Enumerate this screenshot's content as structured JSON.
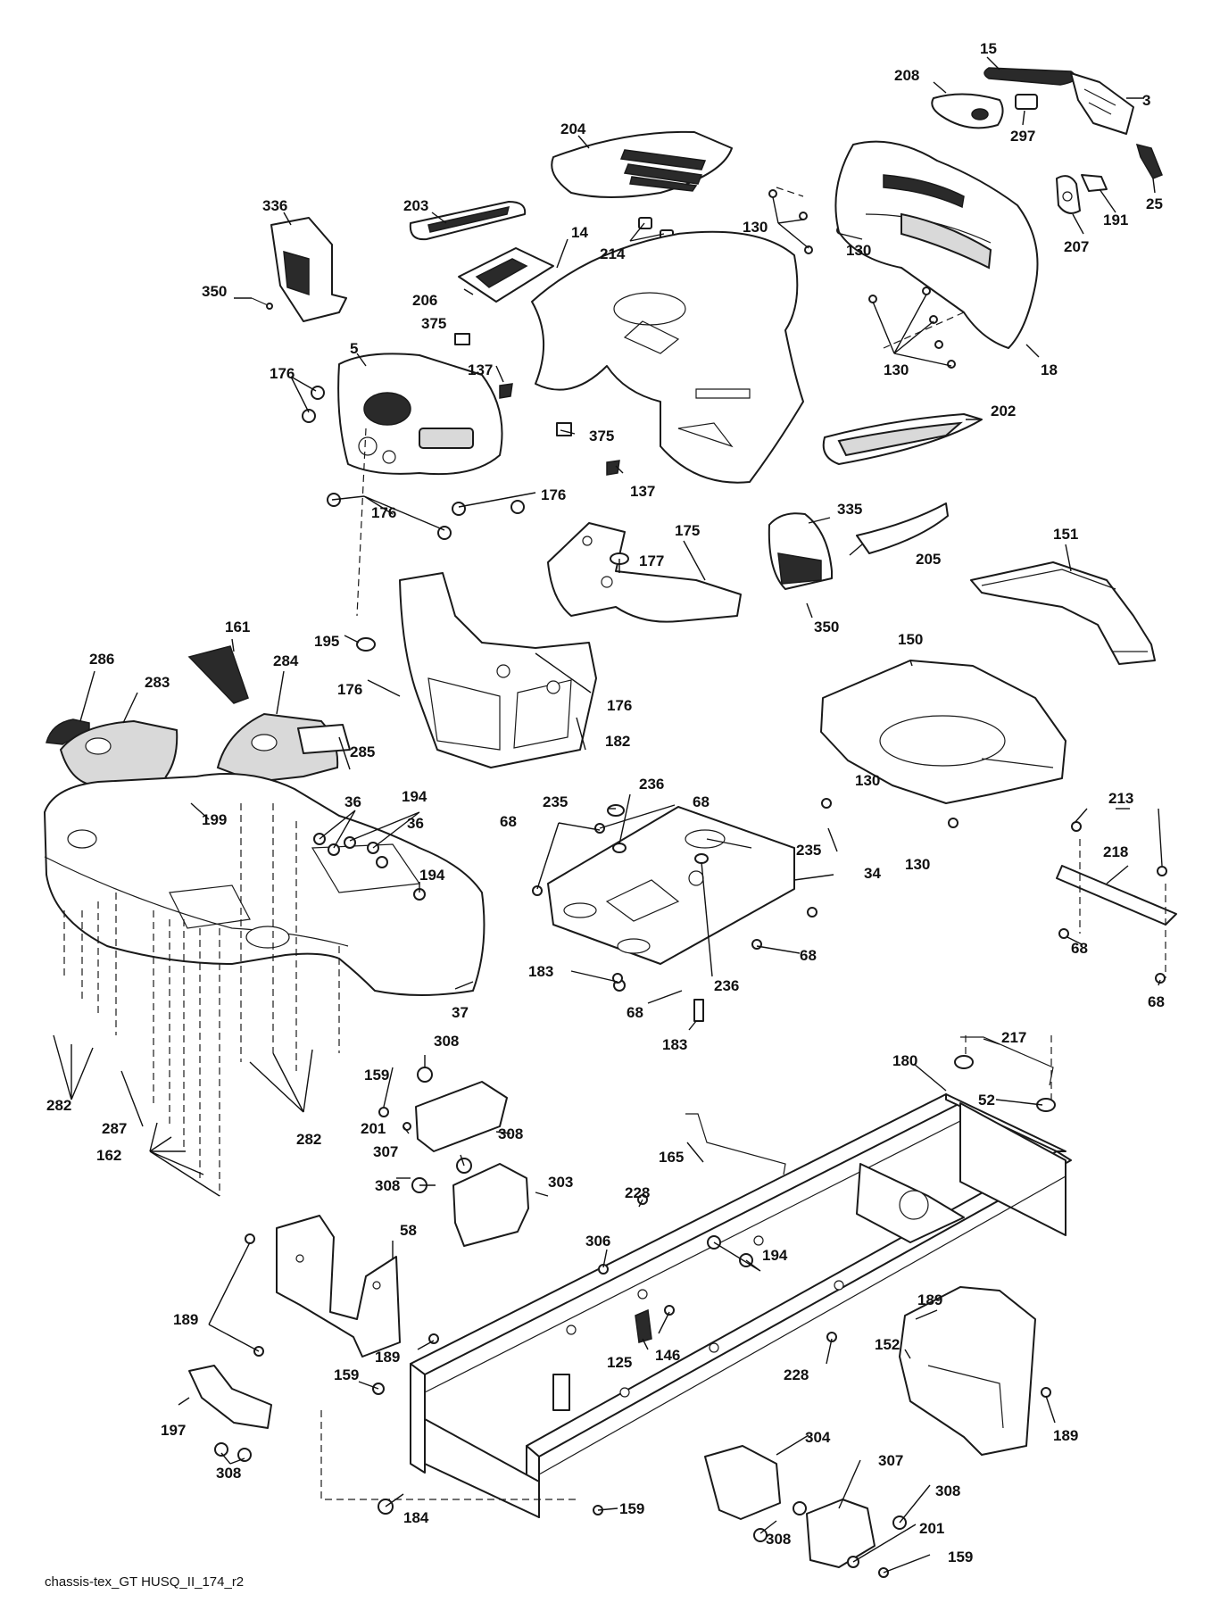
{
  "drawing": {
    "caption": "chassis-tex_GT HUSQ_II_174_r2"
  },
  "callouts": [
    {
      "id": "c15a",
      "text": "15"
    },
    {
      "id": "c208",
      "text": "208"
    },
    {
      "id": "c3",
      "text": "3"
    },
    {
      "id": "c297",
      "text": "297"
    },
    {
      "id": "c204",
      "text": "204"
    },
    {
      "id": "c25",
      "text": "25"
    },
    {
      "id": "c191",
      "text": "191"
    },
    {
      "id": "c207",
      "text": "207"
    },
    {
      "id": "c336",
      "text": "336"
    },
    {
      "id": "c203",
      "text": "203"
    },
    {
      "id": "c214",
      "text": "214"
    },
    {
      "id": "c130a",
      "text": "130"
    },
    {
      "id": "c130b",
      "text": "130"
    },
    {
      "id": "c130c",
      "text": "130"
    },
    {
      "id": "c14",
      "text": "14"
    },
    {
      "id": "c350a",
      "text": "350"
    },
    {
      "id": "c206",
      "text": "206"
    },
    {
      "id": "c375a",
      "text": "375"
    },
    {
      "id": "c18",
      "text": "18"
    },
    {
      "id": "c5",
      "text": "5"
    },
    {
      "id": "c137a",
      "text": "137"
    },
    {
      "id": "c176a",
      "text": "176"
    },
    {
      "id": "c202",
      "text": "202"
    },
    {
      "id": "c375b",
      "text": "375"
    },
    {
      "id": "c137b",
      "text": "137"
    },
    {
      "id": "c176b",
      "text": "176"
    },
    {
      "id": "c176c",
      "text": "176"
    },
    {
      "id": "c335",
      "text": "335"
    },
    {
      "id": "c175",
      "text": "175"
    },
    {
      "id": "c177",
      "text": "177"
    },
    {
      "id": "c205",
      "text": "205"
    },
    {
      "id": "c151",
      "text": "151"
    },
    {
      "id": "c350b",
      "text": "350"
    },
    {
      "id": "c161",
      "text": "161"
    },
    {
      "id": "c195",
      "text": "195"
    },
    {
      "id": "c286",
      "text": "286"
    },
    {
      "id": "c283",
      "text": "283"
    },
    {
      "id": "c284",
      "text": "284"
    },
    {
      "id": "c150",
      "text": "150"
    },
    {
      "id": "c176d",
      "text": "176"
    },
    {
      "id": "c176e",
      "text": "176"
    },
    {
      "id": "c182",
      "text": "182"
    },
    {
      "id": "c285",
      "text": "285"
    },
    {
      "id": "c130d",
      "text": "130"
    },
    {
      "id": "c235a",
      "text": "235"
    },
    {
      "id": "c236a",
      "text": "236"
    },
    {
      "id": "c68a",
      "text": "68"
    },
    {
      "id": "c213",
      "text": "213"
    },
    {
      "id": "c199",
      "text": "199"
    },
    {
      "id": "c36a",
      "text": "36"
    },
    {
      "id": "c194a",
      "text": "194"
    },
    {
      "id": "c36b",
      "text": "36"
    },
    {
      "id": "c68b",
      "text": "68"
    },
    {
      "id": "c235b",
      "text": "235"
    },
    {
      "id": "c218",
      "text": "218"
    },
    {
      "id": "c130e",
      "text": "130"
    },
    {
      "id": "c34",
      "text": "34"
    },
    {
      "id": "c194b",
      "text": "194"
    },
    {
      "id": "c68c",
      "text": "68"
    },
    {
      "id": "c68d",
      "text": "68"
    },
    {
      "id": "c183a",
      "text": "183"
    },
    {
      "id": "c236b",
      "text": "236"
    },
    {
      "id": "c68e",
      "text": "68"
    },
    {
      "id": "c37",
      "text": "37"
    },
    {
      "id": "c68f",
      "text": "68"
    },
    {
      "id": "c183b",
      "text": "183"
    },
    {
      "id": "c217",
      "text": "217"
    },
    {
      "id": "c308a",
      "text": "308"
    },
    {
      "id": "c180",
      "text": "180"
    },
    {
      "id": "c159a",
      "text": "159"
    },
    {
      "id": "c52",
      "text": "52"
    },
    {
      "id": "c282a",
      "text": "282"
    },
    {
      "id": "c287",
      "text": "287"
    },
    {
      "id": "c201a",
      "text": "201"
    },
    {
      "id": "c282b",
      "text": "282"
    },
    {
      "id": "c308b",
      "text": "308"
    },
    {
      "id": "c165",
      "text": "165"
    },
    {
      "id": "c162",
      "text": "162"
    },
    {
      "id": "c307a",
      "text": "307"
    },
    {
      "id": "c308c",
      "text": "308"
    },
    {
      "id": "c303",
      "text": "303"
    },
    {
      "id": "c228a",
      "text": "228"
    },
    {
      "id": "c58",
      "text": "58"
    },
    {
      "id": "c306",
      "text": "306"
    },
    {
      "id": "c194c",
      "text": "194"
    },
    {
      "id": "c189a",
      "text": "189"
    },
    {
      "id": "c189b",
      "text": "189"
    },
    {
      "id": "c189c",
      "text": "189"
    },
    {
      "id": "c146",
      "text": "146"
    },
    {
      "id": "c125",
      "text": "125"
    },
    {
      "id": "c152",
      "text": "152"
    },
    {
      "id": "c228b",
      "text": "228"
    },
    {
      "id": "c159b",
      "text": "159"
    },
    {
      "id": "c197",
      "text": "197"
    },
    {
      "id": "c189d",
      "text": "189"
    },
    {
      "id": "c304",
      "text": "304"
    },
    {
      "id": "c308d",
      "text": "308"
    },
    {
      "id": "c307b",
      "text": "307"
    },
    {
      "id": "c308e",
      "text": "308"
    },
    {
      "id": "c184",
      "text": "184"
    },
    {
      "id": "c159c",
      "text": "159"
    },
    {
      "id": "c308f",
      "text": "308"
    },
    {
      "id": "c201b",
      "text": "201"
    },
    {
      "id": "c159d",
      "text": "159"
    }
  ]
}
